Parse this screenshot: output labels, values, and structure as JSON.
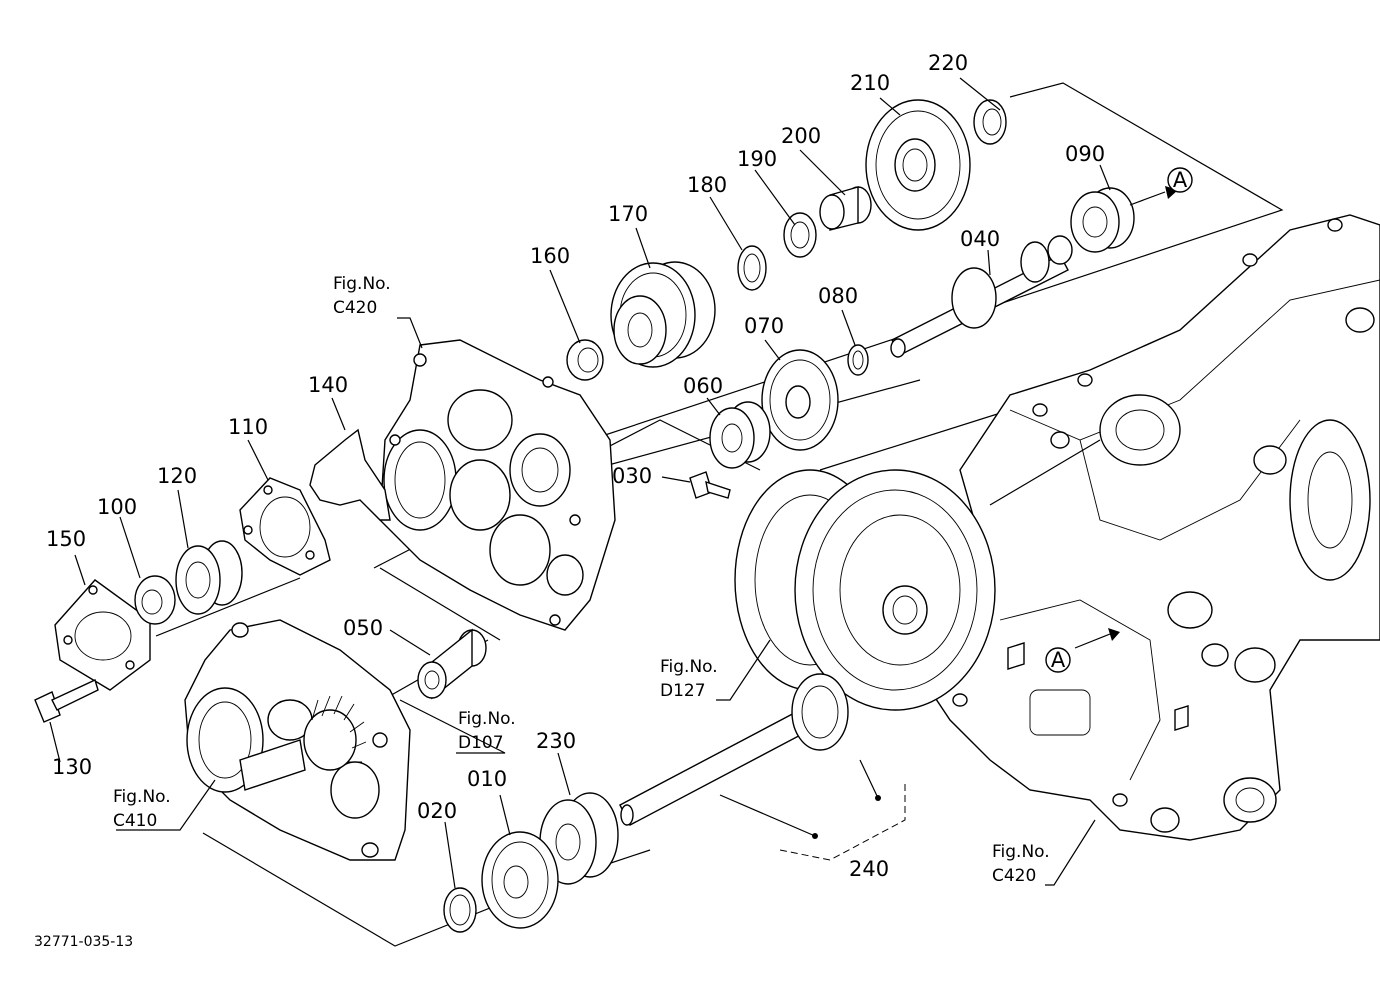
{
  "diagram": {
    "parts": [
      {
        "id": "p010",
        "label": "010"
      },
      {
        "id": "p020",
        "label": "020"
      },
      {
        "id": "p030",
        "label": "030"
      },
      {
        "id": "p040",
        "label": "040"
      },
      {
        "id": "p050",
        "label": "050"
      },
      {
        "id": "p060",
        "label": "060"
      },
      {
        "id": "p070",
        "label": "070"
      },
      {
        "id": "p080",
        "label": "080"
      },
      {
        "id": "p090",
        "label": "090"
      },
      {
        "id": "p100",
        "label": "100"
      },
      {
        "id": "p110",
        "label": "110"
      },
      {
        "id": "p120",
        "label": "120"
      },
      {
        "id": "p130",
        "label": "130"
      },
      {
        "id": "p140",
        "label": "140"
      },
      {
        "id": "p150",
        "label": "150"
      },
      {
        "id": "p160",
        "label": "160"
      },
      {
        "id": "p170",
        "label": "170"
      },
      {
        "id": "p180",
        "label": "180"
      },
      {
        "id": "p190",
        "label": "190"
      },
      {
        "id": "p200",
        "label": "200"
      },
      {
        "id": "p210",
        "label": "210"
      },
      {
        "id": "p220",
        "label": "220"
      },
      {
        "id": "p230",
        "label": "230"
      },
      {
        "id": "p240",
        "label": "240"
      }
    ],
    "figure_refs": [
      {
        "id": "c420a",
        "line1": "Fig.No.",
        "line2": "C420"
      },
      {
        "id": "d127",
        "line1": "Fig.No.",
        "line2": "D127"
      },
      {
        "id": "d107",
        "line1": "Fig.No.",
        "line2": "D107"
      },
      {
        "id": "c410",
        "line1": "Fig.No.",
        "line2": "C410"
      },
      {
        "id": "c420b",
        "line1": "Fig.No.",
        "line2": "C420"
      }
    ],
    "markers": [
      {
        "id": "a1",
        "text": "A"
      },
      {
        "id": "a2",
        "text": "A"
      }
    ],
    "doc_number": "32771-035-13"
  }
}
